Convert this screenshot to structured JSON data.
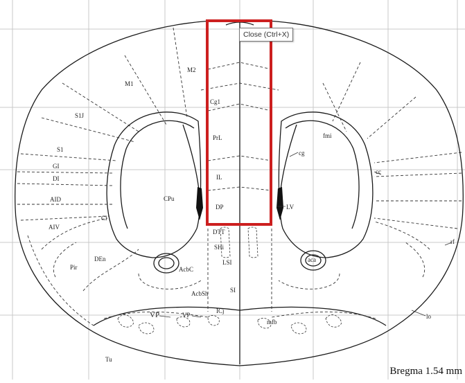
{
  "atlas": {
    "bregma_label": "Bregma 1.54 mm",
    "region_labels": {
      "m1": "M1",
      "m2": "M2",
      "cg1": "Cg1",
      "s1j": "S1J",
      "s1": "S1",
      "gi": "GI",
      "di": "DI",
      "aid": "AID",
      "aiv": "AIV",
      "cl": "Cl",
      "cpu": "CPu",
      "prl": "PrL",
      "il": "IL",
      "dp": "DP",
      "dtt": "DTT",
      "shi": "SHi",
      "lsi": "LSI",
      "si": "SI",
      "icj": "ICj",
      "den": "DEn",
      "pir": "Pir",
      "acbc": "AcbC",
      "acbsh": "AcbSh",
      "vp_left": "VP",
      "vp_mid": "VP",
      "tu": "Tu",
      "fmi": "fmi",
      "cg": "cg",
      "cc": "cc",
      "lv": "LV",
      "aca": "aca",
      "mfb": "mfb",
      "lo": "lo",
      "rf": "rf"
    }
  },
  "tooltip": {
    "text": "Close (Ctrl+X)"
  },
  "colors": {
    "selection_box": "#cc1f1f",
    "grid": "#c8c8c8",
    "ink": "#1a1a1a"
  }
}
